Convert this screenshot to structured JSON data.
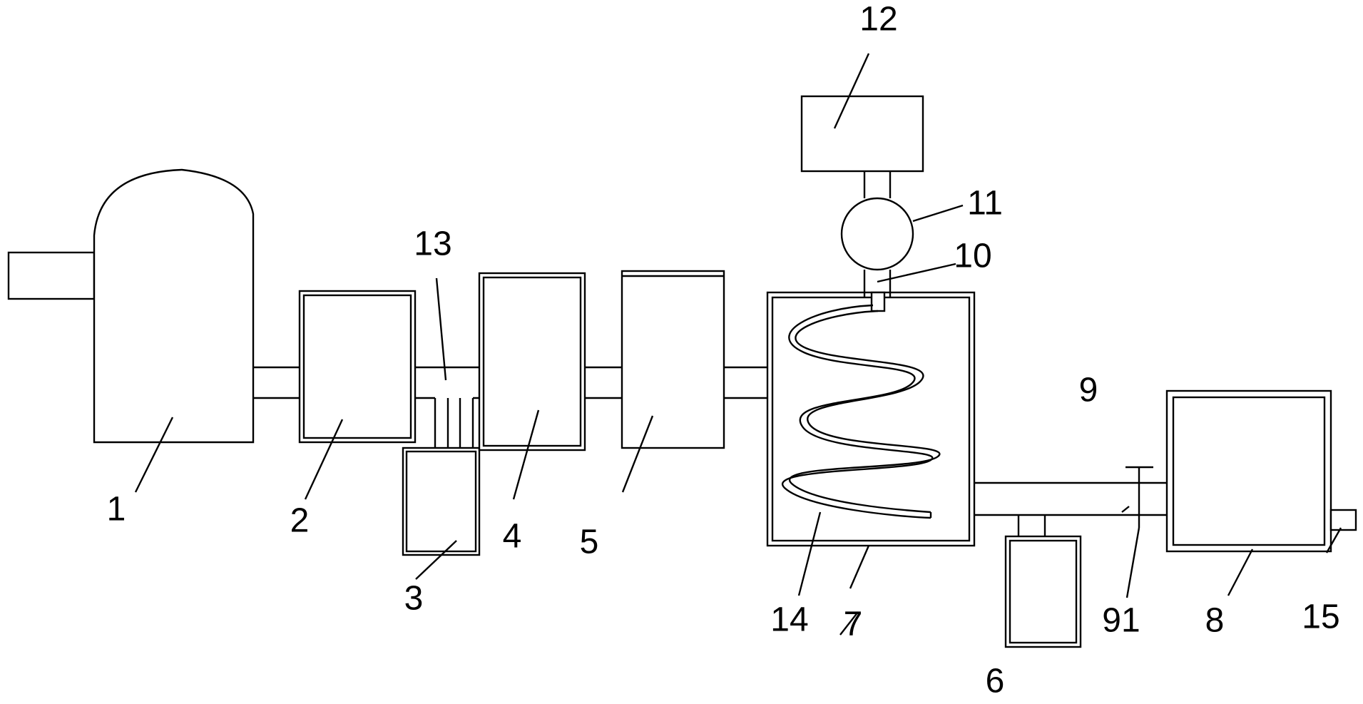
{
  "labels": {
    "l1": "1",
    "l2": "2",
    "l3": "3",
    "l4": "4",
    "l5": "5",
    "l6": "6",
    "l7": "7",
    "l8": "8",
    "l9": "9",
    "l10": "10",
    "l11": "11",
    "l12": "12",
    "l13": "13",
    "l14": "14",
    "l15": "15",
    "l91": "91"
  }
}
